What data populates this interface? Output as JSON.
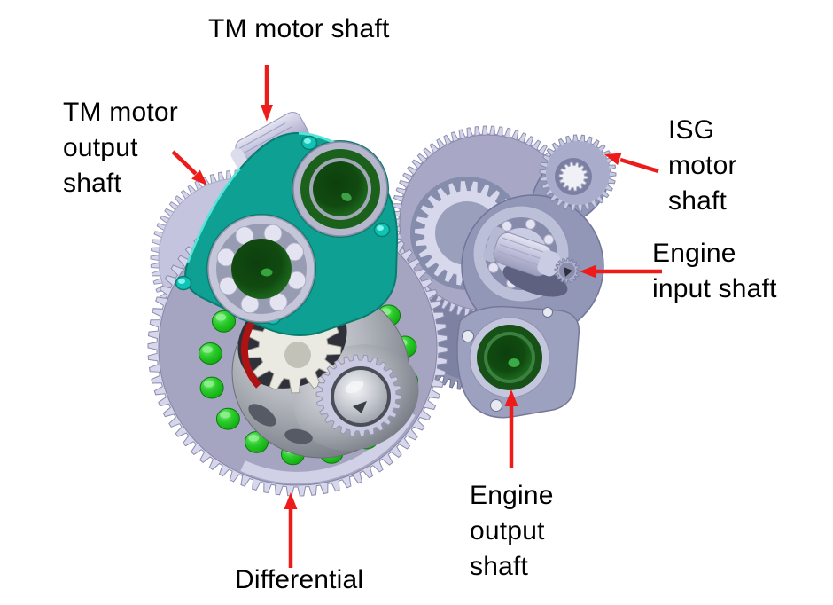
{
  "diagram": {
    "labels": {
      "tm_motor_shaft": "TM motor shaft",
      "tm_motor_output_shaft": "TM motor\noutput\nshaft",
      "isg_motor_shaft": "ISG\nmotor\nshaft",
      "engine_input_shaft": "Engine\ninput shaft",
      "engine_output_shaft": "Engine\noutput\nshaft",
      "differential": "Differential"
    },
    "colors": {
      "text": "#000000",
      "arrow": "#ee1b1b",
      "teal": "#0ea193",
      "teal_hi": "#52e6d8",
      "teal_bolt": "#0fc4b6",
      "green_dark": "#1b611b",
      "bolt": "#1ec51e",
      "gasket": "#ae1212",
      "gear": "#d2d2ea",
      "gear_face": "#a6a6c4",
      "background": "#ffffff"
    }
  }
}
